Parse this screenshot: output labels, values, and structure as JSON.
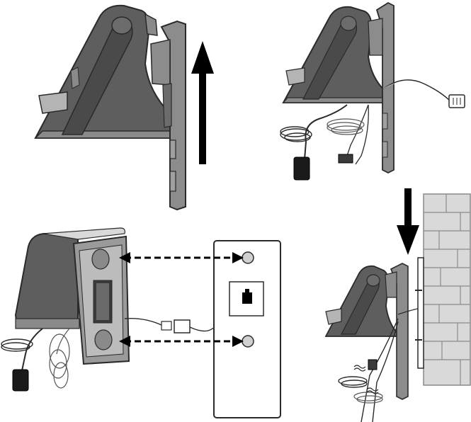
{
  "diagram": {
    "steps": [
      {
        "id": "step-1",
        "description_visible": false
      },
      {
        "id": "step-2",
        "description_visible": false
      },
      {
        "id": "step-3",
        "description_visible": false
      },
      {
        "id": "step-4",
        "description_visible": false
      }
    ]
  },
  "colors": {
    "base_dark": "#5a5a5a",
    "base_mid": "#8c8c8c",
    "base_light": "#b4b4b4",
    "outline": "#2a2a2a",
    "arrow": "#000000",
    "brick_fill": "#d9d9d9",
    "brick_line": "#8a8a8a",
    "plate_fill": "#ffffff"
  },
  "icons": {
    "arrow_up": "up-arrow-icon",
    "arrow_down": "down-arrow-icon",
    "phone_jack": "phone-jack-icon",
    "power_adapter": "power-adapter-icon"
  }
}
